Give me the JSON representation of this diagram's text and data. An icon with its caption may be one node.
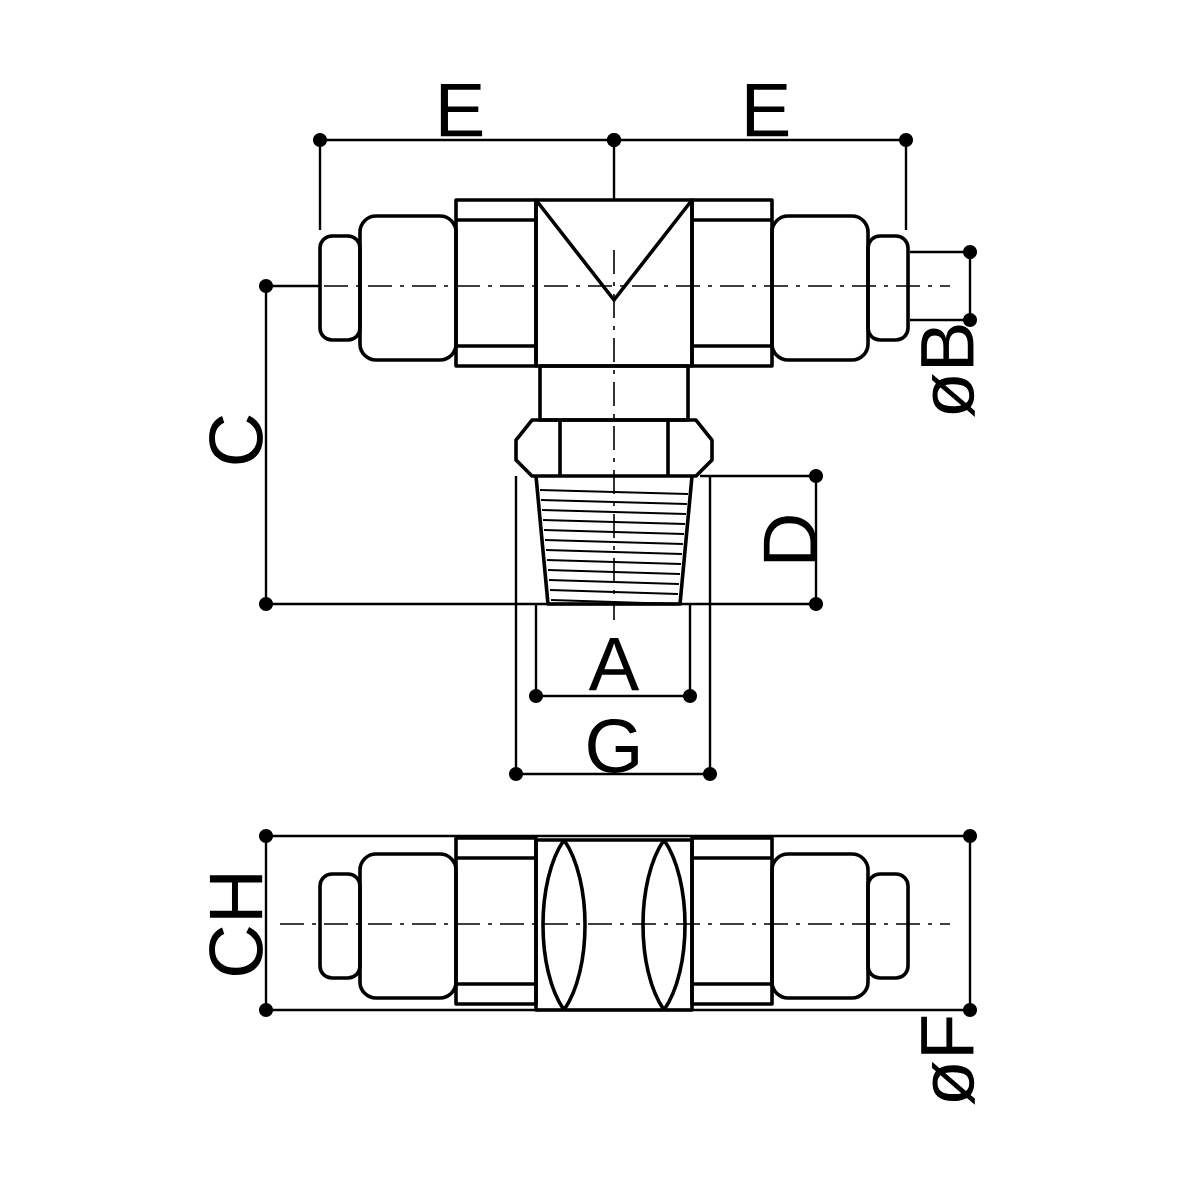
{
  "diagram": {
    "labels": [
      "E",
      "E",
      "C",
      "øB",
      "D",
      "A",
      "G",
      "CH",
      "øF"
    ]
  }
}
